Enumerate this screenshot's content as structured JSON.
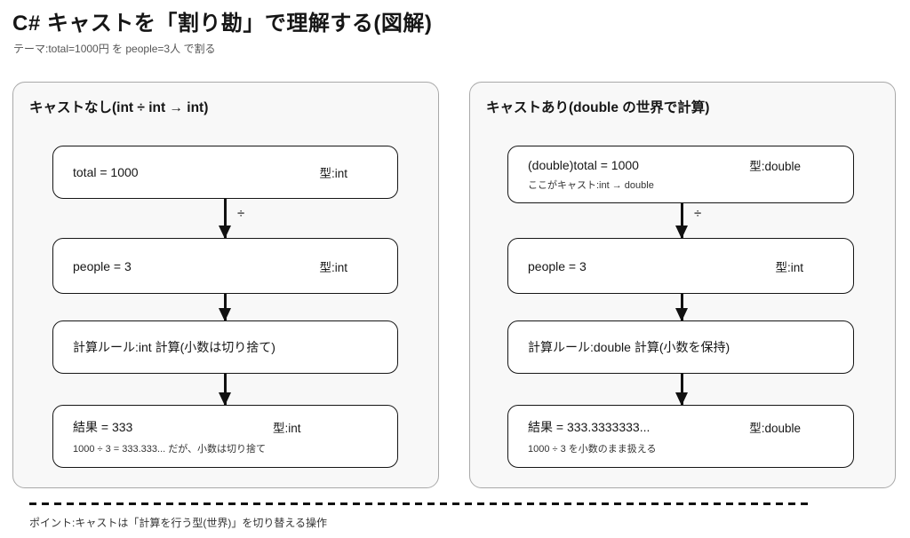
{
  "page": {
    "title": "C# キャストを「割り勘」で理解する(図解)",
    "subtitle": "テーマ:total=1000円 を people=3人 で割る",
    "footer": "ポイント:キャストは「計算を行う型(世界)」を切り替える操作"
  },
  "panels": [
    {
      "title": "キャストなし(int ÷ int → int)",
      "operator": "÷",
      "boxes": [
        {
          "label": "total = 1000",
          "type": "型:int"
        },
        {
          "label": "people = 3",
          "type": "型:int"
        },
        {
          "label": "計算ルール:int 計算(小数は切り捨て)"
        },
        {
          "label": "結果 = 333",
          "type": "型:int",
          "note": "1000 ÷ 3 = 333.333... だが、小数は切り捨て"
        }
      ]
    },
    {
      "title": "キャストあり(double の世界で計算)",
      "operator": "÷",
      "boxes": [
        {
          "label": "(double)total = 1000",
          "type": "型:double",
          "note": "ここがキャスト:int → double"
        },
        {
          "label": "people = 3",
          "type": "型:int"
        },
        {
          "label": "計算ルール:double 計算(小数を保持)"
        },
        {
          "label": "結果 = 333.3333333...",
          "type": "型:double",
          "note": "1000 ÷ 3 を小数のまま扱える"
        }
      ]
    }
  ]
}
